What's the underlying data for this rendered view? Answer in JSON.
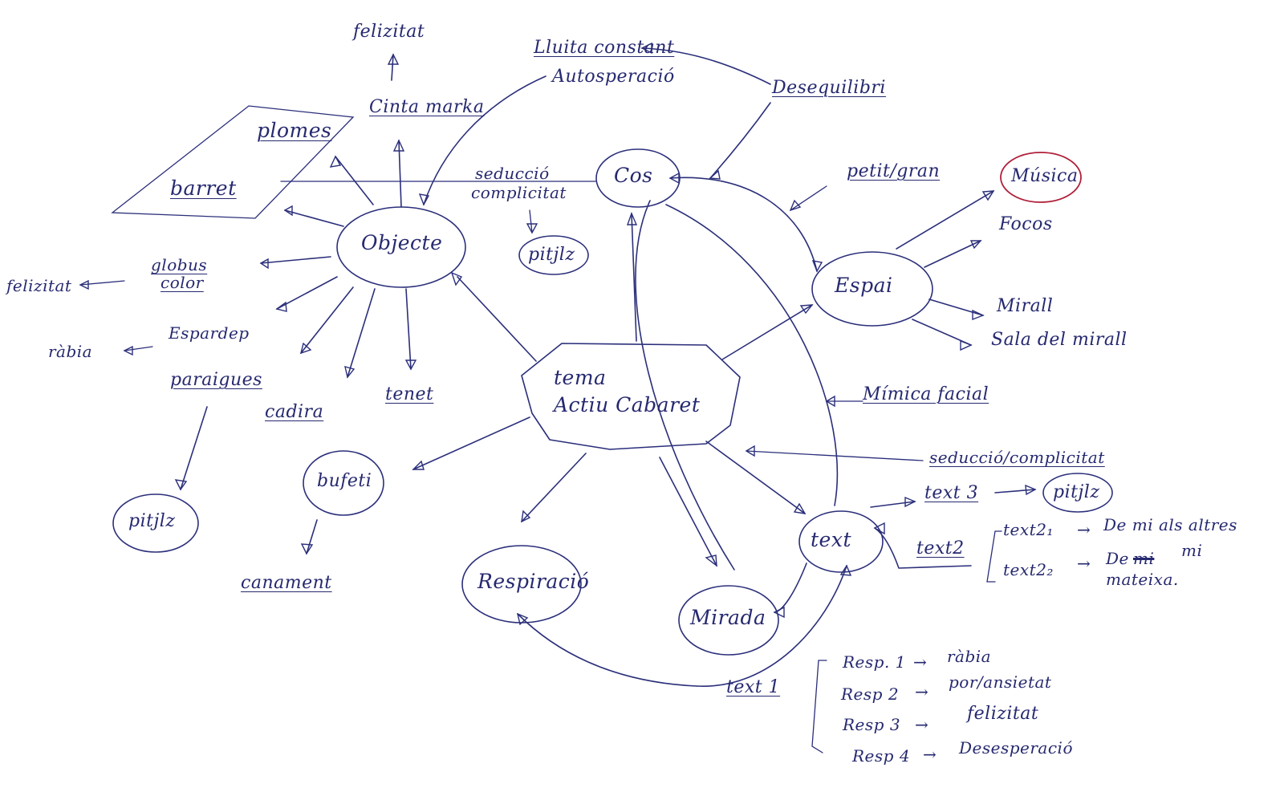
{
  "center": {
    "line1": "tema",
    "line2": "Actiu Cabaret"
  },
  "nodes": {
    "objecte": "Objecte",
    "cos": "Cos",
    "espai": "Espai",
    "text": "text",
    "mirada": "Mirada",
    "respiracio": "Respiració",
    "bufeti": "bufeti",
    "musica": "Música",
    "pitjlz_cos": "pitjlz",
    "pitjlz_paraigues": "pitjlz",
    "pitjlz_text3": "pitjlz"
  },
  "objecte_branch": {
    "plomes": "plomes",
    "barret": "barret",
    "cinta_marka": "Cinta marka",
    "felizitat_top": "felizitat",
    "globus_color_1": "globus",
    "globus_color_2": "color",
    "felizitat_left": "felizitat",
    "espardenyes": "Espardep",
    "rabia": "ràbia",
    "paraigues": "paraigues",
    "cadira": "cadira",
    "tenet": "tenet",
    "canament": "canament"
  },
  "cos_branch": {
    "lluita_constant": "Lluita constant",
    "autosuperacio": "Autosperació",
    "desequilibri": "Desequilibri",
    "seduccio": "seducció",
    "complicitat": "complicitat",
    "petit_gran": "petit/gran",
    "mimica_facial": "Mímica facial"
  },
  "espai_branch": {
    "focos": "Focos",
    "mirall": "Mirall",
    "sala_mirall": "Sala del mirall"
  },
  "text_branch": {
    "seduccio_complicitat": "seducció/complicitat",
    "text3": "text 3",
    "text2": "text2",
    "text2_1": "text2₁",
    "text2_1_value": "De mi als altres",
    "text2_2": "text2₂",
    "text2_2_value_a": "De",
    "text2_2_struck": "mi",
    "text2_2_value_b": "mi",
    "text2_2_value_c": "mateixa.",
    "text1": "text 1",
    "responses": [
      {
        "label": "Resp. 1",
        "arrow": "→",
        "value": "ràbia"
      },
      {
        "label": "Resp 2",
        "arrow": "→",
        "value": "por/ansietat"
      },
      {
        "label": "Resp 3",
        "arrow": "→",
        "value": "felizitat"
      },
      {
        "label": "Resp 4",
        "arrow": "→",
        "value": "Desesperació"
      }
    ]
  },
  "colors": {
    "ink": "#2b2f7a",
    "accent": "#b0203a",
    "paper": "#ffffff"
  }
}
